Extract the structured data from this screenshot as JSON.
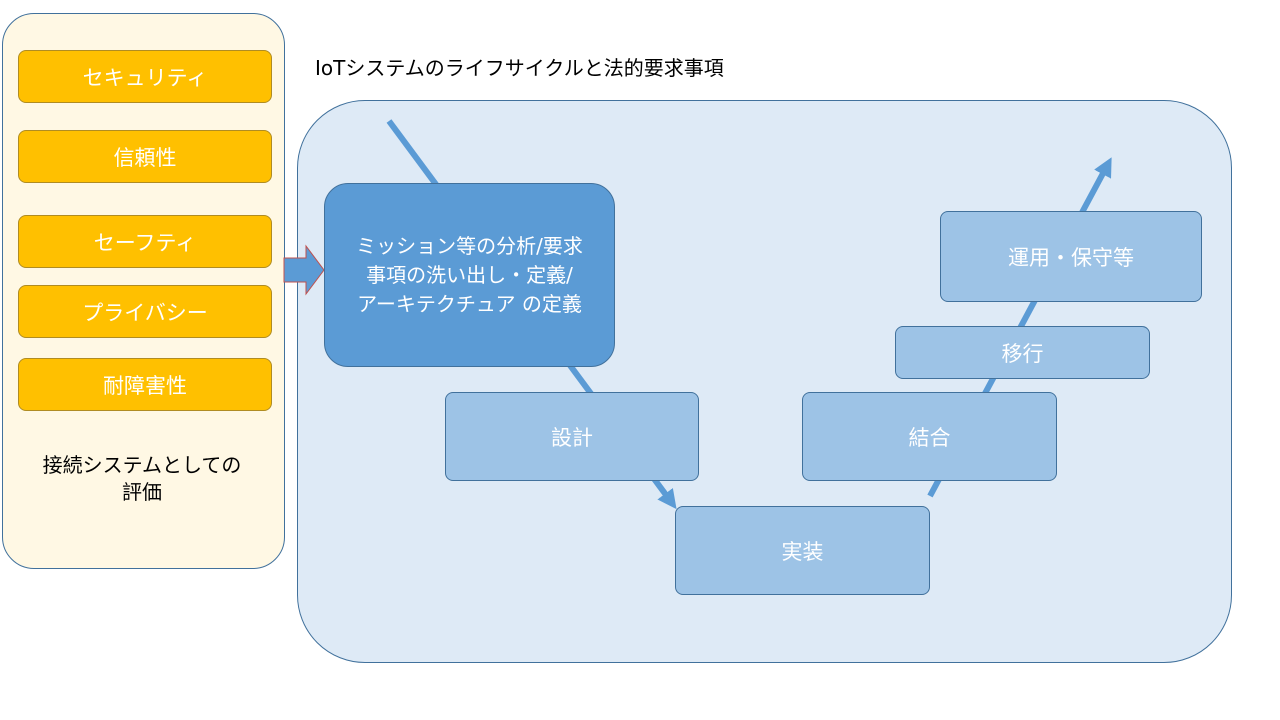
{
  "title": "IoTシステムのライフサイクルと法的要求事項",
  "evaluation": {
    "attributes": [
      "セキュリティ",
      "信頼性",
      "セーフティ",
      "プライバシー",
      "耐障害性"
    ],
    "caption": "接続システムとしての\n評価"
  },
  "lifecycle": {
    "analysis": "ミッション等の分析/要求\n事項の洗い出し・定義/\nアーキテクチュア の定義",
    "design": "設計",
    "implementation": "実装",
    "integration": "結合",
    "transition": "移行",
    "operation": "運用・保守等"
  },
  "colors": {
    "attribute_fill": "#ffc000",
    "left_panel_fill": "#fff8e4",
    "main_panel_fill": "#deeaf6",
    "stage_fill": "#9dc3e6",
    "analysis_fill": "#5b9bd5",
    "arrow": "#5b9bd5",
    "border": "#41719c"
  }
}
